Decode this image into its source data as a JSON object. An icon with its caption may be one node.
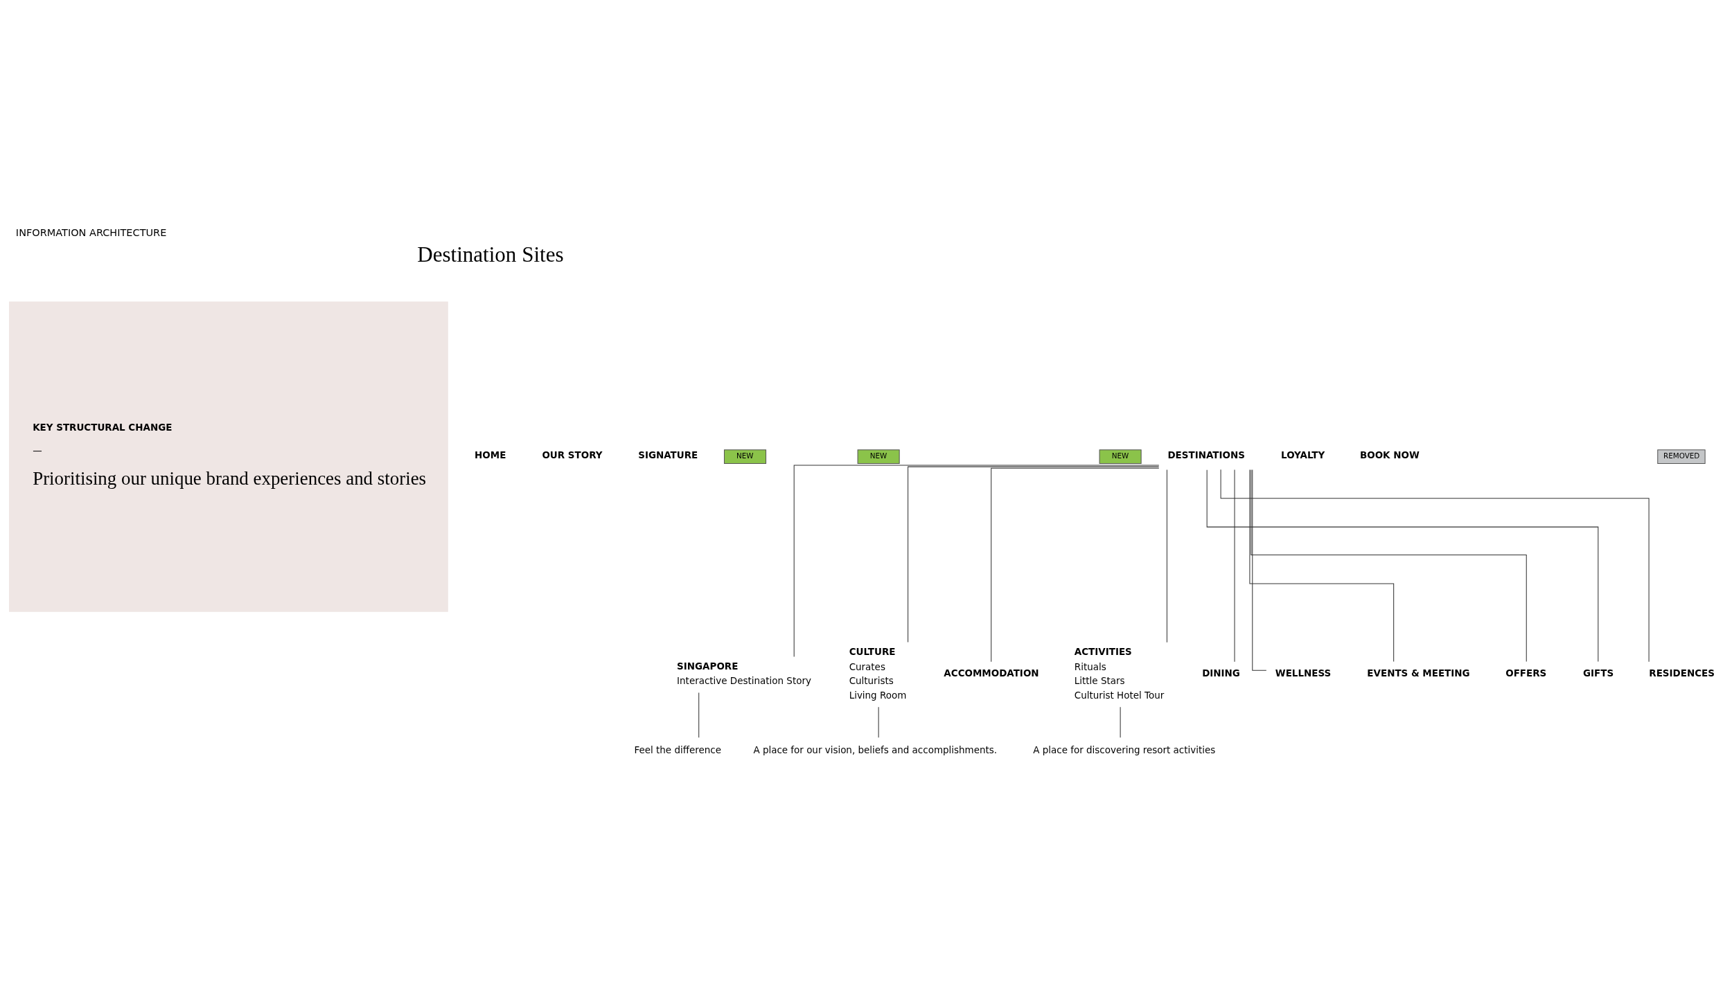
{
  "diagram": {
    "title": "INFORMATION ARCHITECTURE",
    "nodes": [
      {
        "text": [
          "KEY STRUCTURAL CHANGE",
          "—",
          "Prioritising our unique brand experiences and stories"
        ]
      },
      {
        "text": [
          "HOME"
        ]
      },
      {
        "text": [
          "OUR STORY"
        ]
      },
      {
        "text": [
          "SIGNATURE"
        ]
      },
      {
        "text": [
          "DESTINATIONS"
        ]
      },
      {
        "text": [
          "LOYALTY"
        ]
      },
      {
        "text": [
          "BOOK NOW"
        ]
      },
      {
        "text": [
          "NEW"
        ]
      },
      {
        "text": [
          "SINGAPORE",
          "Interactive Destination Story"
        ]
      },
      {
        "text": [
          "NEW"
        ]
      },
      {
        "text": [
          "CULTURE",
          "Curates",
          "Culturists",
          "Living Room"
        ]
      },
      {
        "text": [
          "ACCOMMODATION"
        ]
      },
      {
        "text": [
          "NEW"
        ]
      },
      {
        "text": [
          "ACTIVITIES",
          "Rituals",
          "Little Stars",
          "Culturist Hotel Tour"
        ]
      },
      {
        "text": [
          "DINING"
        ]
      },
      {
        "text": [
          "WELLNESS"
        ]
      },
      {
        "text": [
          "EVENTS & MEETING"
        ]
      },
      {
        "text": [
          "OFFERS"
        ]
      },
      {
        "text": [
          "GIFTS"
        ]
      },
      {
        "text": [
          "REMOVED"
        ]
      },
      {
        "text": [
          "RESIDENCES"
        ]
      },
      {
        "text": [
          "Feel the difference"
        ]
      },
      {
        "text": [
          "A place for our vision, beliefs and accomplishments."
        ]
      },
      {
        "text": [
          "A place for discovering resort activities"
        ]
      }
    ],
    "edges": [
      {
        "from": 4,
        "to": 8,
        "arrow": "none"
      },
      {
        "from": 4,
        "to": 10,
        "arrow": "none"
      },
      {
        "from": 4,
        "to": 11,
        "arrow": "none"
      },
      {
        "from": 4,
        "to": 13,
        "arrow": "none"
      },
      {
        "from": 4,
        "to": 14,
        "arrow": "none"
      },
      {
        "from": 4,
        "to": 15,
        "arrow": "none"
      },
      {
        "from": 4,
        "to": 16,
        "arrow": "none"
      },
      {
        "from": 4,
        "to": 17,
        "arrow": "none"
      },
      {
        "from": 4,
        "to": 18,
        "arrow": "none"
      },
      {
        "from": 4,
        "to": 20,
        "arrow": "none"
      },
      {
        "from": 8,
        "to": 21,
        "arrow": "none"
      },
      {
        "from": 10,
        "to": 22,
        "arrow": "none"
      },
      {
        "from": 13,
        "to": 23,
        "arrow": "none"
      }
    ],
    "labels": [
      "Destination Sites"
    ]
  }
}
